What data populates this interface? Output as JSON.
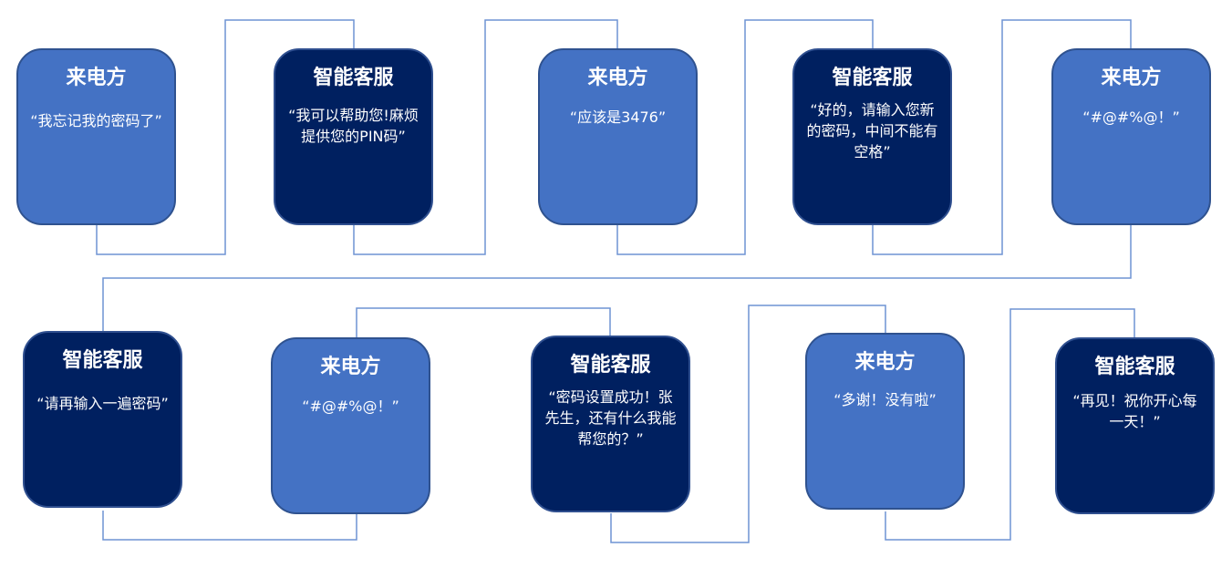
{
  "diagram": {
    "colors": {
      "caller": "#4472c4",
      "agent": "#002060",
      "connector": "#4472c4"
    },
    "steps": [
      {
        "speaker": "来电方",
        "text": "“我忘记我的密码了”",
        "role": "caller"
      },
      {
        "speaker": "智能客服",
        "text": "“我可以帮助您!麻烦提供您的PIN码”",
        "role": "agent"
      },
      {
        "speaker": "来电方",
        "text": "“应该是3476”",
        "role": "caller"
      },
      {
        "speaker": "智能客服",
        "text": "“好的，请输入您新的密码，中间不能有空格”",
        "role": "agent"
      },
      {
        "speaker": "来电方",
        "text": "“#@#%@！”",
        "role": "caller"
      },
      {
        "speaker": "智能客服",
        "text": "“请再输入一遍密码”",
        "role": "agent"
      },
      {
        "speaker": "来电方",
        "text": "“#@#%@！”",
        "role": "caller"
      },
      {
        "speaker": "智能客服",
        "text": "“密码设置成功！张先生，还有什么我能帮您的？”",
        "role": "agent"
      },
      {
        "speaker": "来电方",
        "text": "“多谢！没有啦”",
        "role": "caller"
      },
      {
        "speaker": "智能客服",
        "text": "“再见！祝你开心每一天！”",
        "role": "agent"
      }
    ]
  }
}
